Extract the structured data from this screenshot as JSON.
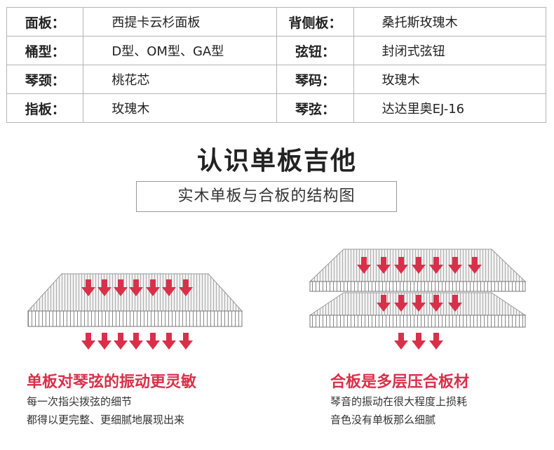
{
  "specs": [
    {
      "k1": "面板：",
      "v1": "西提卡云杉面板",
      "k2": "背侧板：",
      "v2": "桑托斯玫瑰木"
    },
    {
      "k1": "桶型：",
      "v1": "D型、OM型、GA型",
      "k2": "弦钮：",
      "v2": "封闭式弦钮"
    },
    {
      "k1": "琴颈：",
      "v1": "桃花芯",
      "k2": "琴码：",
      "v2": "玫瑰木"
    },
    {
      "k1": "指板：",
      "v1": "玫瑰木",
      "k2": "琴弦：",
      "v2": "达达里奥EJ-16"
    }
  ],
  "title": "认识单板吉他",
  "subtitle": "实木单板与合板的结构图",
  "left": {
    "caption": "单板对琴弦的振动更灵敏",
    "line1": "每一次指尖拨弦的细节",
    "line2": "都得以更完整、更细腻地展现出来"
  },
  "right": {
    "caption": "合板是多层压合板材",
    "line1": "琴音的振动在很大程度上损耗",
    "line2": "音色没有单板那么细腻"
  },
  "colors": {
    "arrow": "#d9304a",
    "accent": "#d9304a"
  }
}
